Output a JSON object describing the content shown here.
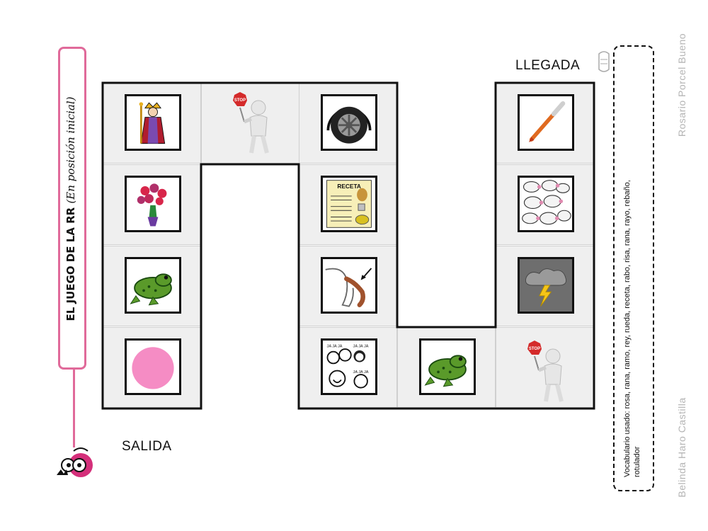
{
  "title_panel": {
    "title": "EL JUEGO DE LA RR",
    "subtitle": "(En posición inicial)",
    "accent": "#e06a9a"
  },
  "labels": {
    "start": "SALIDA",
    "finish": "LLEGADA"
  },
  "vocab_note": {
    "line1": "Vocabulario usado: rosa, rana, ramo, rey, rueda, receta, rabo, risa, rana, rayo, rebaño,",
    "line2": "rotulador"
  },
  "authors": {
    "top": "Rosario Porcel Bueno",
    "bottom": "Belinda Haro Castilla"
  },
  "tile_texts": {
    "stop": "STOP",
    "receta": "RECETA",
    "ja": "JA JA JA"
  },
  "board": {
    "fill_color": "#efefef",
    "border_color": "#111111",
    "start_dot_color": "#f58cc4"
  }
}
